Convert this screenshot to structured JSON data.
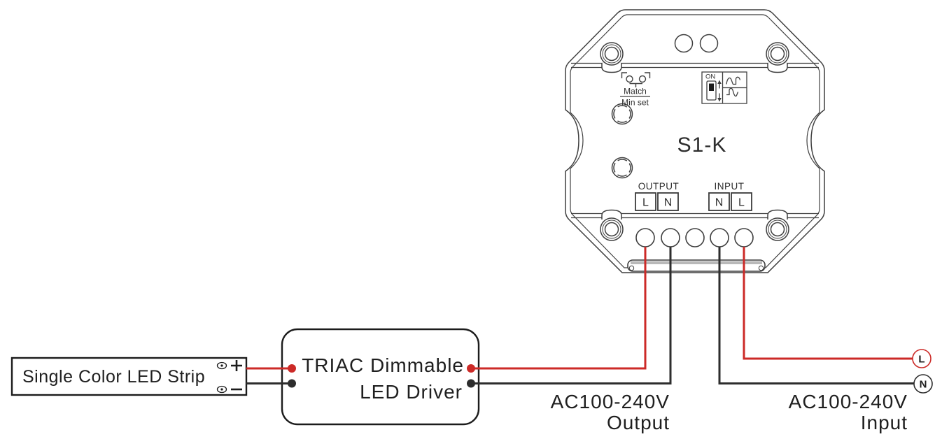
{
  "colors": {
    "wire_red": "#cc2a27",
    "wire_black": "#2d2d2d",
    "outline_dark": "#1c1c1c",
    "device_outline": "#3f3f3f"
  },
  "led_strip": {
    "label": "Single Color LED Strip",
    "plus": "+",
    "minus": "−"
  },
  "driver": {
    "line1": "TRIAC Dimmable",
    "line2": "LED Driver"
  },
  "device": {
    "model": "S1-K",
    "match_label": "Match",
    "min_set_label": "Min set",
    "on_label": "ON",
    "output_label": "OUTPUT",
    "input_label": "INPUT",
    "output_terminals": [
      "L",
      "N"
    ],
    "input_terminals": [
      "N",
      "L"
    ]
  },
  "ac_output": {
    "line1": "AC100-240V",
    "line2": "Output"
  },
  "ac_input": {
    "line1": "AC100-240V",
    "line2": "Input"
  },
  "line_terminals": {
    "live": "L",
    "neutral": "N"
  }
}
